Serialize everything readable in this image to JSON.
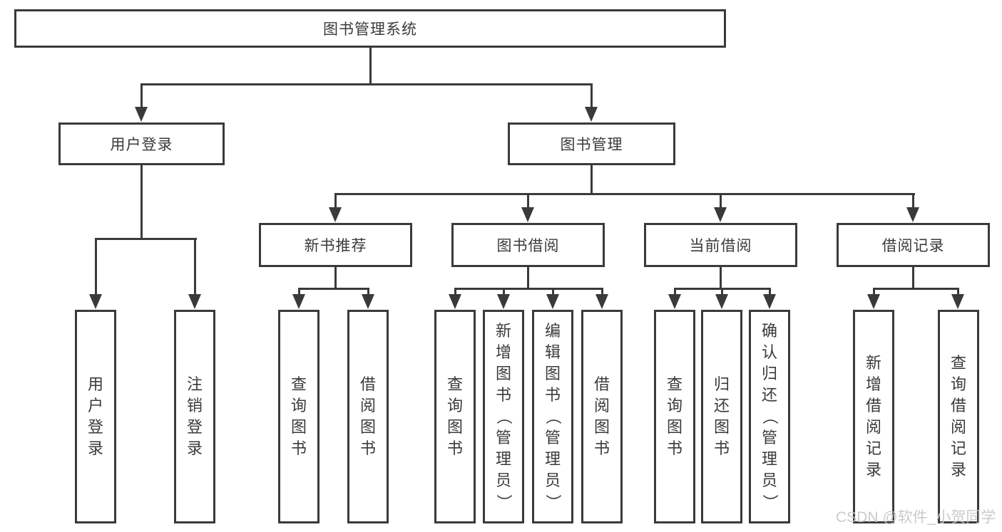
{
  "title": "图书管理系统",
  "nodes": {
    "userLogin": "用户登录",
    "bookMgmt": "图书管理",
    "newBookRec": "新书推荐",
    "bookBorrow": "图书借阅",
    "currentBorrow": "当前借阅",
    "borrowRecord": "借阅记录"
  },
  "leaves": {
    "userLogin": [
      "用户登录",
      "注销登录"
    ],
    "newBookRec": [
      "查询图书",
      "借阅图书"
    ],
    "bookBorrow": [
      "查询图书",
      "新增图书（管理员）",
      "编辑图书（管理员）",
      "借阅图书"
    ],
    "currentBorrow": [
      "查询图书",
      "归还图书",
      "确认归还（管理员）"
    ],
    "borrowRecord": [
      "新增借阅记录",
      "查询借阅记录"
    ]
  },
  "watermark": "CSDN @软件_小贺同学",
  "colors": {
    "line": "#3a3a3a",
    "text": "#3a3a3a",
    "background": "#ffffff",
    "watermark": "#c6c6c6"
  },
  "chart_type": "hierarchy-tree"
}
